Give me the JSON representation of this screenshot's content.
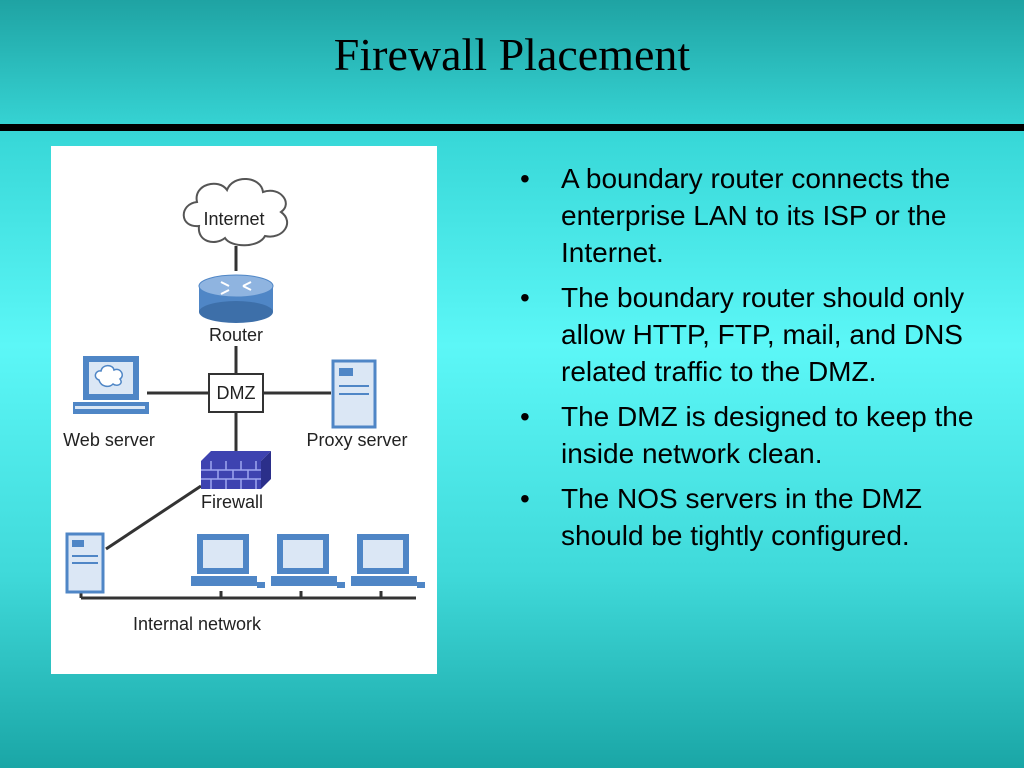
{
  "slide": {
    "title": "Firewall Placement",
    "bullet_glyph": "•",
    "bullets": [
      "A boundary router connects the enterprise LAN to its ISP or the Internet.",
      "The boundary router should only allow HTTP, FTP, mail, and DNS related traffic to the DMZ.",
      "The DMZ is designed to keep the inside network clean.",
      "The NOS servers in the DMZ should be tightly configured."
    ]
  },
  "diagram": {
    "labels": {
      "internet": "Internet",
      "router": "Router",
      "dmz": "DMZ",
      "web_server": "Web server",
      "proxy_server": "Proxy server",
      "firewall": "Firewall",
      "internal_network": "Internal network"
    }
  },
  "colors": {
    "background_top": "#1fa3a3",
    "background_mid": "#5cf7f7",
    "device_blue": "#4f86c6",
    "device_light": "#dbe7f5"
  },
  "icons": [
    "cloud-icon",
    "router-icon",
    "computer-icon",
    "server-icon",
    "firewall-icon"
  ]
}
